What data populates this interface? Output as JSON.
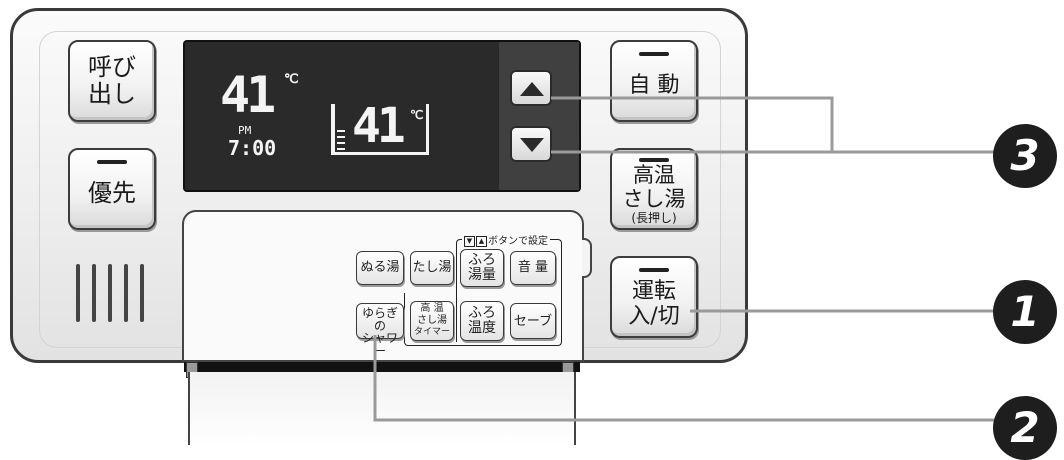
{
  "left_buttons": {
    "call": "呼び\n出し",
    "priority": "優先"
  },
  "right_buttons": {
    "auto": "自 動",
    "hot_water_add": "高温\nさし湯",
    "hot_water_add_note": "(長押し)",
    "power": "運転\n入/切"
  },
  "display": {
    "left_temp": "41",
    "left_unit": "℃",
    "pm": "PM",
    "time": "7:00",
    "bath_temp": "41",
    "bath_unit": "℃"
  },
  "lid_buttons": {
    "hint": "ボタンで設定",
    "hint_arrows": [
      "▼",
      "▲"
    ],
    "lukewarm": "ぬる湯",
    "add_water": "たし湯",
    "bath_volume": "ふろ\n湯量",
    "sound_volume": "音 量",
    "fluctuating_shower": "ゆらぎの\nシャワー",
    "hot_add_timer_line1": "高 温",
    "hot_add_timer_line2": "さし湯",
    "hot_add_timer_line3": "タイマー",
    "bath_temperature": "ふろ\n温度",
    "save": "セーブ"
  },
  "callouts": [
    "3",
    "1",
    "2"
  ],
  "icons": [
    "up-arrow-icon",
    "down-arrow-icon"
  ]
}
